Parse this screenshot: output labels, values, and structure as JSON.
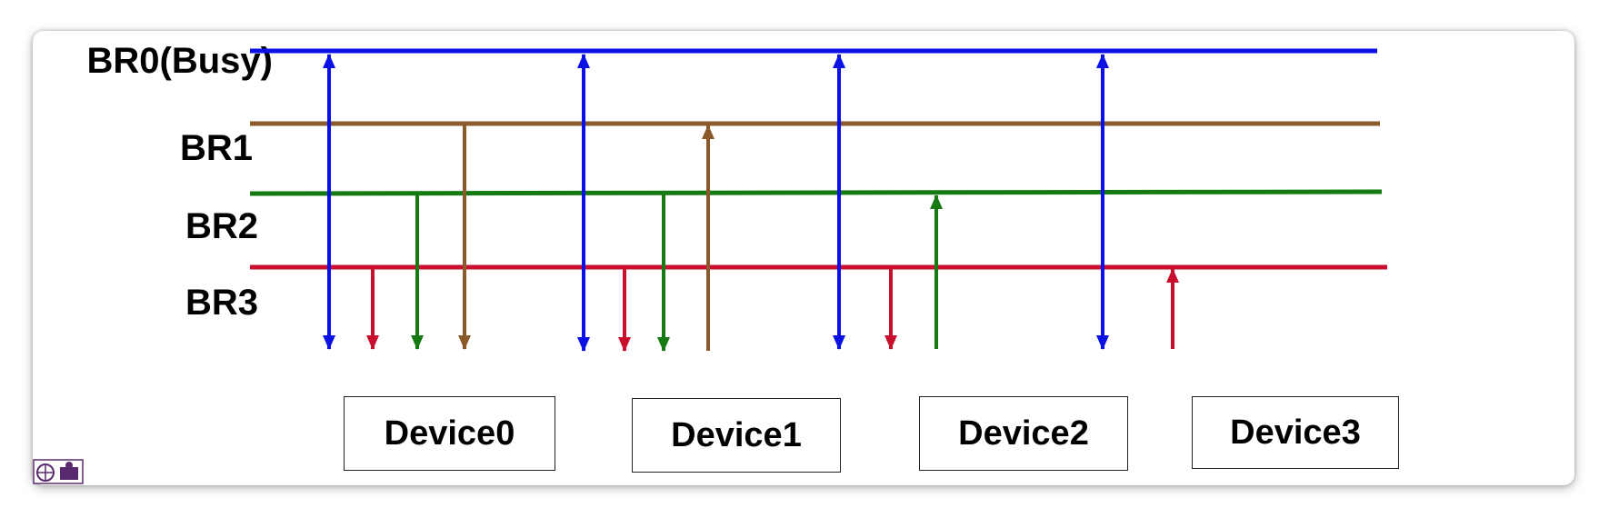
{
  "buses": [
    {
      "id": "BR0",
      "label": "BR0(Busy)",
      "color": "#0a10e6"
    },
    {
      "id": "BR1",
      "label": "BR1",
      "color": "#8b5a2b"
    },
    {
      "id": "BR2",
      "label": "BR2",
      "color": "#157a11"
    },
    {
      "id": "BR3",
      "label": "BR3",
      "color": "#c8102e"
    }
  ],
  "devices": [
    {
      "label": "Device0"
    },
    {
      "label": "Device1"
    },
    {
      "label": "Device2"
    },
    {
      "label": "Device3"
    }
  ],
  "connections": [
    {
      "device": "Device0",
      "bus": "BR0",
      "direction": "bidirectional"
    },
    {
      "device": "Device0",
      "bus": "BR3",
      "direction": "to-device"
    },
    {
      "device": "Device0",
      "bus": "BR2",
      "direction": "to-device"
    },
    {
      "device": "Device0",
      "bus": "BR1",
      "direction": "to-device"
    },
    {
      "device": "Device1",
      "bus": "BR0",
      "direction": "bidirectional"
    },
    {
      "device": "Device1",
      "bus": "BR3",
      "direction": "to-device"
    },
    {
      "device": "Device1",
      "bus": "BR2",
      "direction": "to-device"
    },
    {
      "device": "Device1",
      "bus": "BR1",
      "direction": "to-bus"
    },
    {
      "device": "Device2",
      "bus": "BR0",
      "direction": "bidirectional"
    },
    {
      "device": "Device2",
      "bus": "BR3",
      "direction": "to-device"
    },
    {
      "device": "Device2",
      "bus": "BR2",
      "direction": "to-bus"
    },
    {
      "device": "Device3",
      "bus": "BR0",
      "direction": "bidirectional"
    },
    {
      "device": "Device3",
      "bus": "BR3",
      "direction": "to-bus"
    }
  ],
  "logo_icon": "institution-logo-icon"
}
